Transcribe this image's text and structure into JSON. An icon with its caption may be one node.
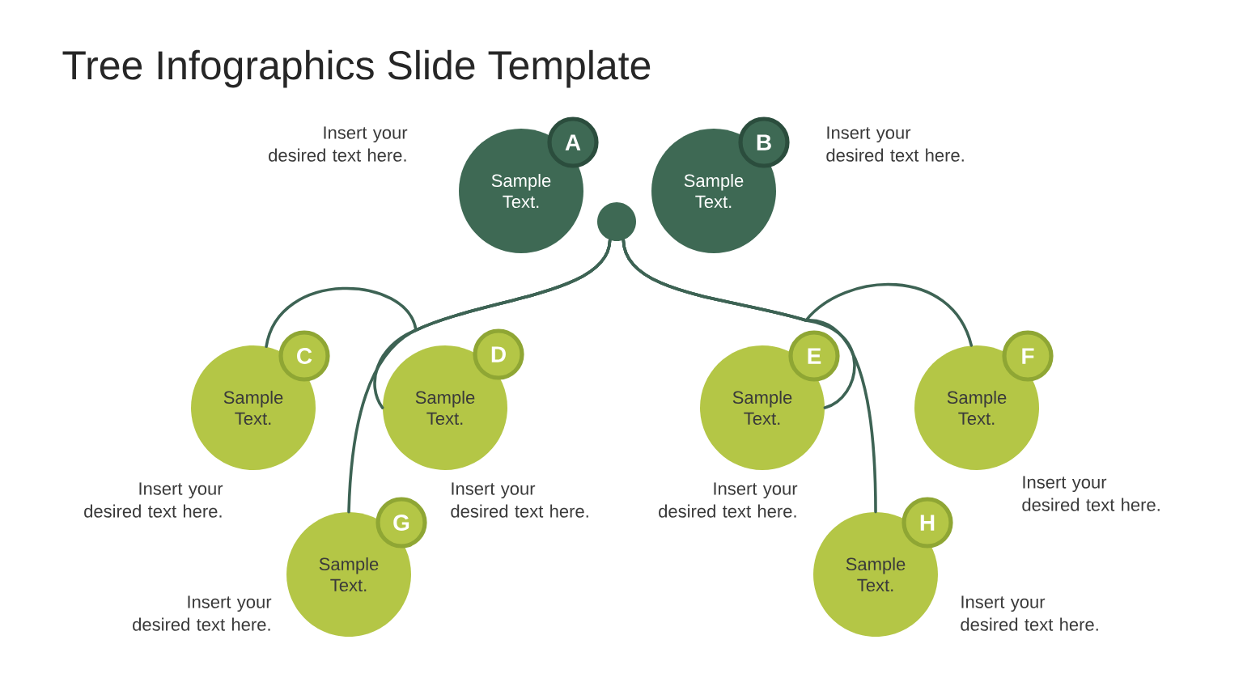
{
  "diagram": {
    "title": "Tree Infographics Slide Template",
    "nodes": [
      {
        "text": [
          "A",
          "Sample Text."
        ],
        "beside": [
          "Insert your desired text here."
        ]
      },
      {
        "text": [
          "B",
          "Sample Text."
        ],
        "beside": [
          "Insert your desired text here."
        ]
      },
      {
        "text": [],
        "shape": "circle"
      },
      {
        "text": [
          "C",
          "Sample Text."
        ],
        "beside": [
          "Insert your desired text here."
        ]
      },
      {
        "text": [
          "D",
          "Sample Text."
        ],
        "beside": [
          "Insert your desired text here."
        ]
      },
      {
        "text": [
          "E",
          "Sample Text."
        ],
        "beside": [
          "Insert your desired text here."
        ]
      },
      {
        "text": [
          "F",
          "Sample Text."
        ],
        "beside": [
          "Insert your desired text here."
        ]
      },
      {
        "text": [
          "G",
          "Sample Text."
        ],
        "beside": [
          "Insert your desired text here."
        ]
      },
      {
        "text": [
          "H",
          "Sample Text."
        ],
        "beside": [
          "Insert your desired text here."
        ]
      }
    ],
    "edges": [
      {
        "from": 2,
        "to": 3,
        "arrow": "none"
      },
      {
        "from": 2,
        "to": 4,
        "arrow": "none"
      },
      {
        "from": 2,
        "to": 5,
        "arrow": "none"
      },
      {
        "from": 2,
        "to": 6,
        "arrow": "none"
      },
      {
        "from": 2,
        "to": 7,
        "arrow": "none"
      },
      {
        "from": 2,
        "to": 8,
        "arrow": "none"
      }
    ]
  }
}
